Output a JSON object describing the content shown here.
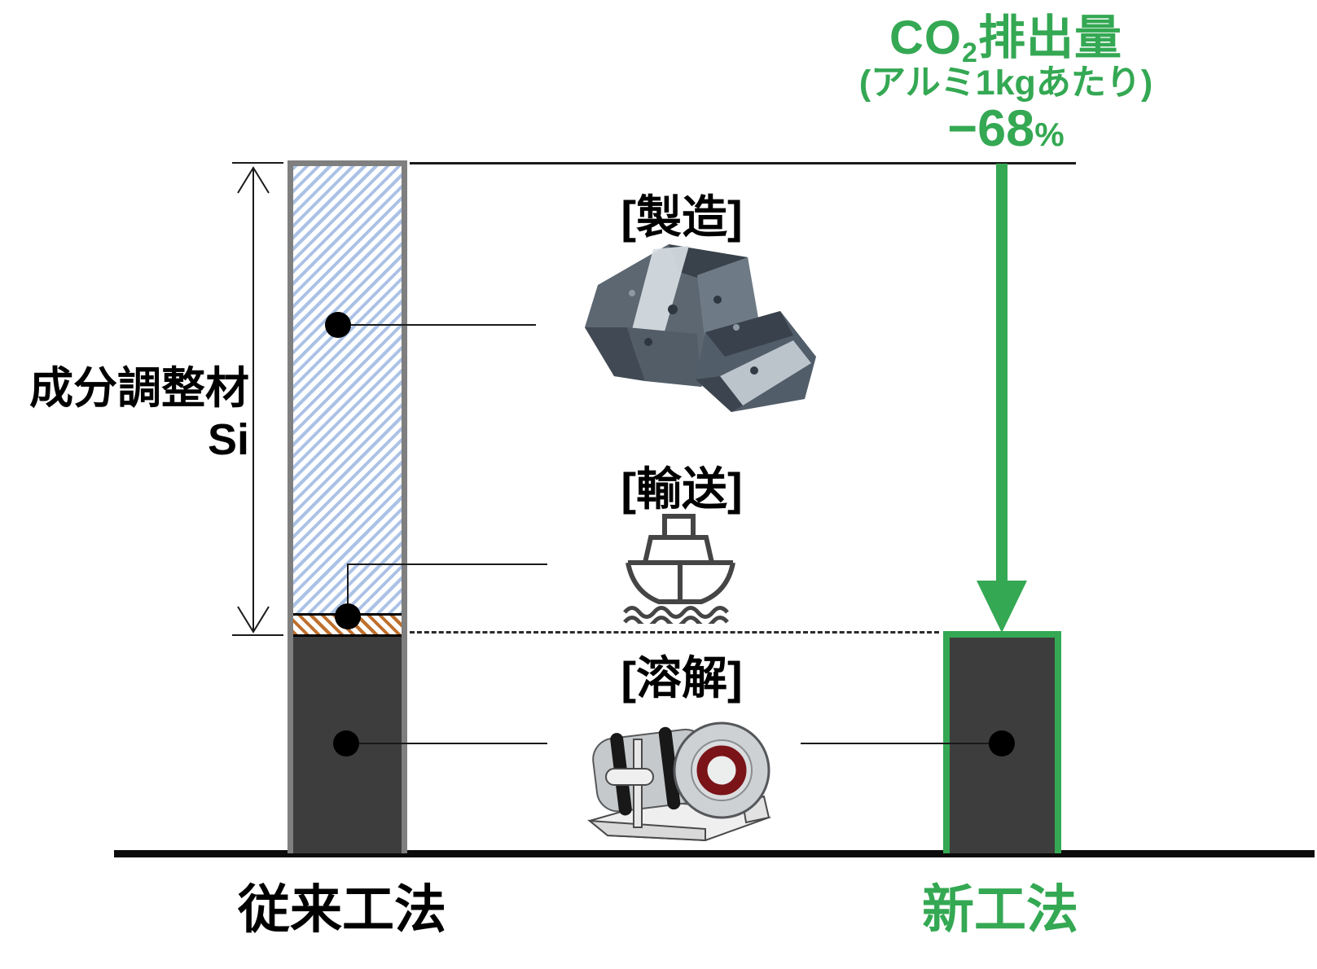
{
  "chart_data": {
    "type": "bar",
    "title": "CO2排出量",
    "subtitle": "(アルミ1kgあたり)",
    "categories": [
      "従来工法",
      "新工法"
    ],
    "unit": "relative CO2 emissions per 1 kg aluminum (従来工法 total = 100)",
    "series": [
      {
        "name": "成分調整材Si [製造]",
        "values": [
          65,
          0
        ]
      },
      {
        "name": "成分調整材Si [輸送]",
        "values": [
          3,
          0
        ]
      },
      {
        "name": "[溶解]",
        "values": [
          32,
          32
        ]
      }
    ],
    "annotations": [
      "−68%"
    ],
    "legend_position": "none",
    "grid": false
  },
  "header": {
    "co2_prefix": "CO",
    "co2_subscript": "2",
    "co2_suffix": "排出量",
    "subtitle": "(アルミ1kgあたり)",
    "reduction_value": "−68",
    "reduction_unit": "%"
  },
  "left_label": {
    "line1": "成分調整材",
    "line2": "Si"
  },
  "process_labels": {
    "manufacturing": "[製造]",
    "transport": "[輸送]",
    "melting": "[溶解]"
  },
  "bar_labels": {
    "conventional": "従来工法",
    "new": "新工法"
  },
  "icons": {
    "rock": "silicon-rock-image",
    "ship": "ship-icon",
    "furnace": "melting-furnace-icon",
    "arrow": "green-down-arrow-icon"
  },
  "colors": {
    "accent_green": "#34a853",
    "dark_segment": "#3d3d3d",
    "bar_border_gray": "#7f7f7f",
    "blue_hatch": "#abc2e6",
    "orange_hatch": "#bf6f2d",
    "furnace_ring_red": "#7a1418",
    "line_black": "#1a1a1a"
  }
}
